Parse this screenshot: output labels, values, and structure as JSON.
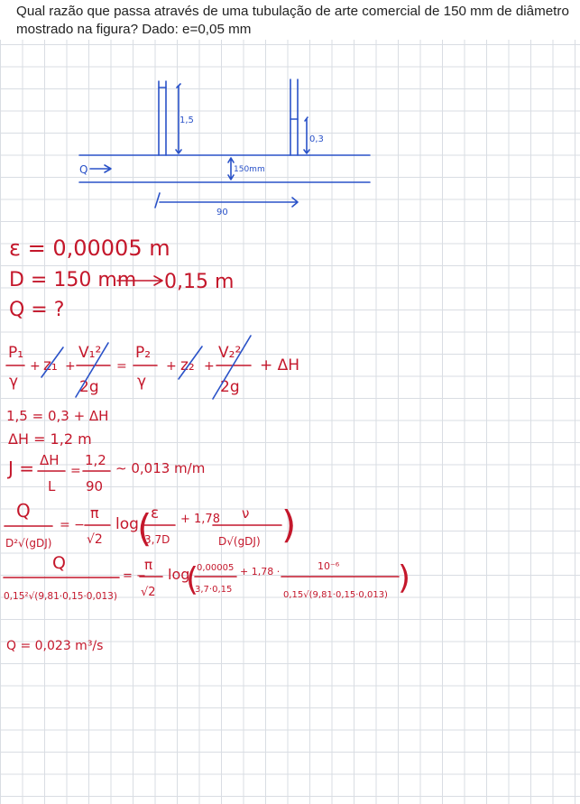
{
  "question": {
    "line1": "Qual razão que passa através de uma tubulação de arte comercial de 150 mm de diâmetro",
    "line2": "mostrado na figura? Dado: e=0,05 mm"
  },
  "figure": {
    "h_left": "1,5",
    "h_right": "0,3",
    "diameter": "150mm",
    "flow": "Q",
    "length": "90"
  },
  "givens": {
    "epsilon": "ε = 0,00005 m",
    "diameter_mm": "D = 150 mm",
    "diameter_m": "0,15 m",
    "flow": "Q = ?"
  },
  "bernoulli": {
    "p1": "P₁",
    "g1": "γ",
    "plus": "+",
    "z1": "z₁",
    "v1": "V₁²",
    "twog": "2g",
    "eq": "=",
    "p2": "P₂",
    "g2": "γ",
    "z2": "z₂",
    "v2": "V₂²",
    "dh": "+ ΔH"
  },
  "steps": {
    "s1": "1,5 = 0,3 + ΔH",
    "s2": "ΔH = 1,2 m",
    "j_lhs": "J =",
    "j_num": "ΔH",
    "j_den": "L",
    "j_eq": "=",
    "j_num2": "1,2",
    "j_den2": "90",
    "j_res": "∼ 0,013 m/m"
  },
  "formula": {
    "lhs_num": "Q",
    "lhs_den": "D²√(gDJ)",
    "eq": "= −",
    "pi_num": "π",
    "pi_den": "√2",
    "log": "log",
    "open": "(",
    "eps_num": "ε",
    "eps_den": "3,7D",
    "plus_const": "+ 1,78",
    "nu_num": "ν",
    "nu_den": "D√(gDJ)",
    "close": ")"
  },
  "substitution": {
    "lhs_num": "Q",
    "lhs_den": "0,15²√(9,81·0,15·0,013)",
    "eq": "= −",
    "pi_num": "π",
    "pi_den": "√2",
    "log": "log",
    "open": "(",
    "eps_num": "0,00005",
    "eps_den": "3,7·0,15",
    "plus_const": "+ 1,78 ·",
    "nu_num": "10⁻⁶",
    "nu_den": "0,15√(9,81·0,15·0,013)",
    "close": ")"
  },
  "answer": "Q = 0,023 m³/s",
  "colors": {
    "blue_ink": "#2a52c8",
    "red_ink": "#c4172b",
    "grid": "#d9dde3"
  }
}
